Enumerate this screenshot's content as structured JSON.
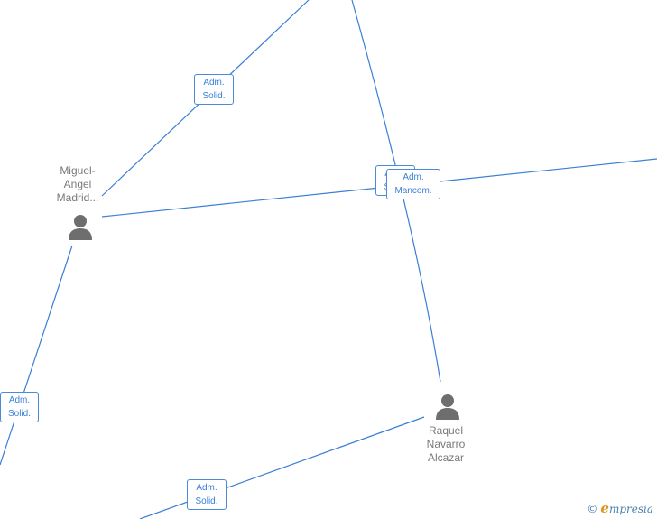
{
  "nodes": [
    {
      "id": "miguel",
      "lines": [
        "Miguel-",
        "Angel",
        "Madrid..."
      ],
      "icon": "person-icon"
    },
    {
      "id": "raquel",
      "lines": [
        "Raquel",
        "Navarro",
        "Alcazar"
      ],
      "icon": "person-icon"
    }
  ],
  "edge_labels": [
    {
      "id": "e1",
      "lines": [
        "Adm.",
        "Solid."
      ]
    },
    {
      "id": "e2",
      "lines": [
        "Adm.",
        "Solid."
      ]
    },
    {
      "id": "e3",
      "lines": [
        "Adm.",
        "Solid."
      ]
    },
    {
      "id": "e4",
      "lines": [
        "Adm.",
        "Solid."
      ]
    },
    {
      "id": "e5",
      "lines": [
        "Adm.",
        "Mancom."
      ]
    }
  ],
  "watermark": {
    "symbol": "©",
    "brand_initial": "e",
    "brand_rest": "mpresia"
  },
  "colors": {
    "edge": "#3a7fd5",
    "node_text": "#7a7a7a",
    "icon": "#6e6e6e",
    "brand": "#e0961c"
  }
}
